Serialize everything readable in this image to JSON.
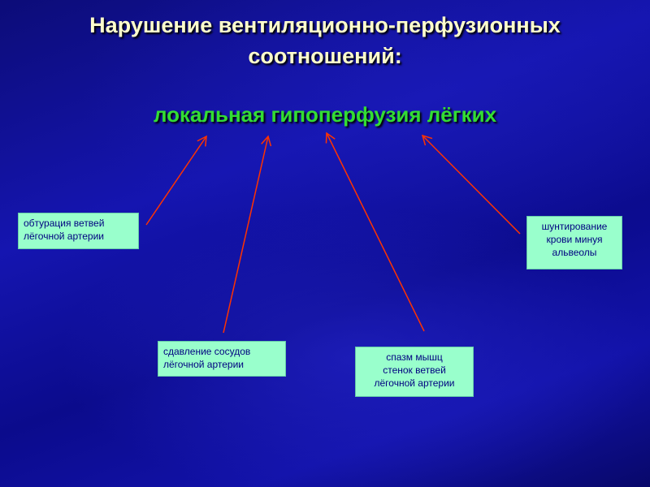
{
  "slide": {
    "title_line1": "Нарушение вентиляционно-перфузионных",
    "title_line2": "соотношений:",
    "subtitle": "локальная гипоперфузия лёгких"
  },
  "colors": {
    "background": "#0a0a8a",
    "title": "#ffffcc",
    "subtitle": "#33dd33",
    "box_fill": "#99ffcc",
    "box_text": "#000080",
    "arrow": "#ff3300"
  },
  "causes": [
    {
      "id": "obturation",
      "lines": [
        "обтурация ветвей",
        "лёгочной артерии"
      ]
    },
    {
      "id": "compression",
      "lines": [
        "сдавление сосудов",
        "лёгочной артерии"
      ]
    },
    {
      "id": "spasm",
      "lines": [
        "спазм мышц",
        "стенок ветвей",
        "лёгочной артерии"
      ]
    },
    {
      "id": "shunting",
      "lines": [
        "шунтирование",
        "крови минуя",
        "альвеолы"
      ]
    }
  ]
}
